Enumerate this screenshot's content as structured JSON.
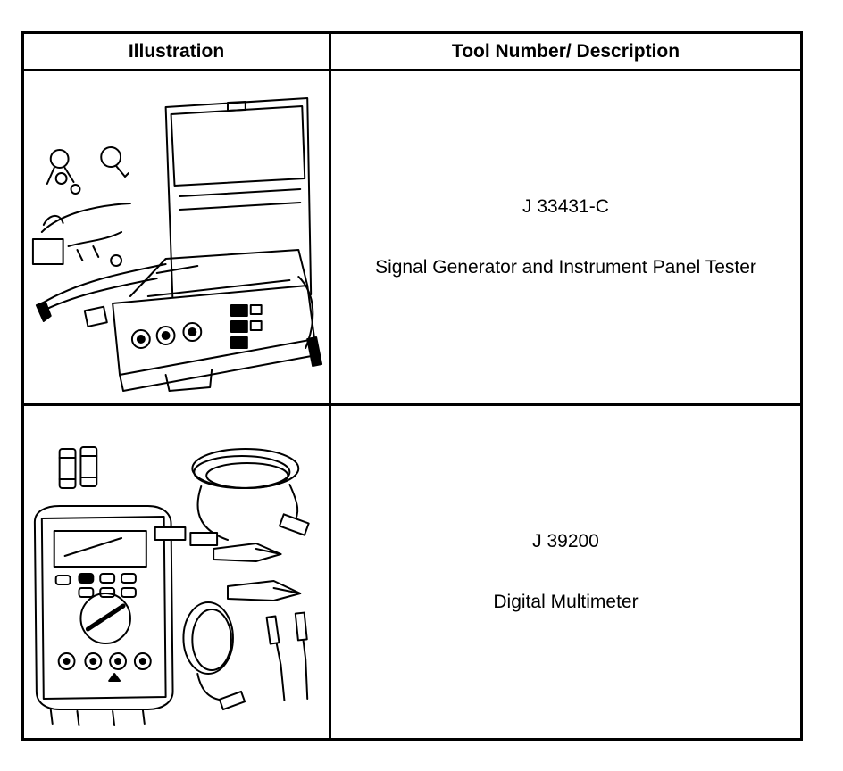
{
  "table": {
    "header": {
      "illustration": "Illustration",
      "description": "Tool Number/ Description"
    },
    "rows": [
      {
        "tool_number": "J 33431-C",
        "description": "Signal Generator and Instrument Panel Tester",
        "illustration_icon": "signal-generator-tester-icon"
      },
      {
        "tool_number": "J 39200",
        "description": "Digital Multimeter",
        "illustration_icon": "digital-multimeter-icon"
      }
    ]
  },
  "colors": {
    "line": "#000000",
    "background": "#ffffff"
  }
}
